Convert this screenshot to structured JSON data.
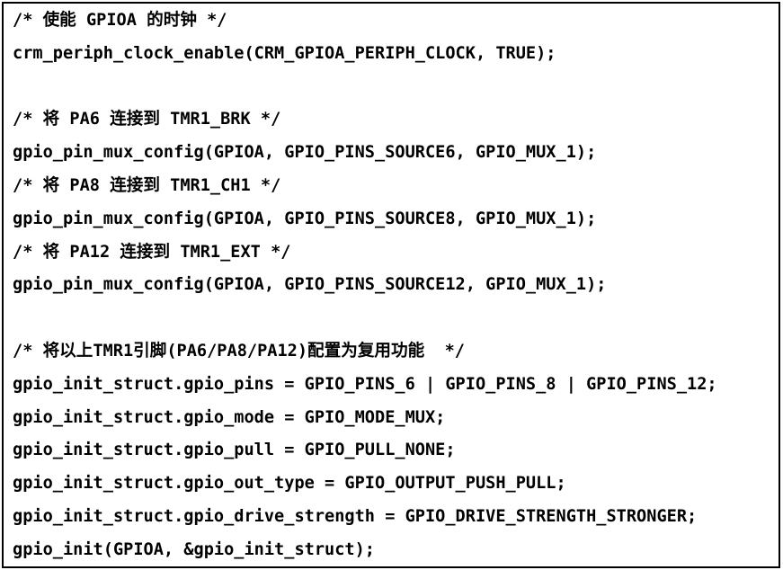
{
  "theme": {
    "background_color": "#ffffff",
    "border_color": "#000000",
    "text_color": "#000000"
  },
  "code": {
    "language": "c",
    "lines": [
      "/* 使能 GPIOA 的时钟 */",
      "crm_periph_clock_enable(CRM_GPIOA_PERIPH_CLOCK, TRUE);",
      "",
      "/* 将 PA6 连接到 TMR1_BRK */",
      "gpio_pin_mux_config(GPIOA, GPIO_PINS_SOURCE6, GPIO_MUX_1);",
      "/* 将 PA8 连接到 TMR1_CH1 */",
      "gpio_pin_mux_config(GPIOA, GPIO_PINS_SOURCE8, GPIO_MUX_1);",
      "/* 将 PA12 连接到 TMR1_EXT */",
      "gpio_pin_mux_config(GPIOA, GPIO_PINS_SOURCE12, GPIO_MUX_1);",
      "",
      "/* 将以上TMR1引脚(PA6/PA8/PA12)配置为复用功能  */",
      "gpio_init_struct.gpio_pins = GPIO_PINS_6 | GPIO_PINS_8 | GPIO_PINS_12;",
      "gpio_init_struct.gpio_mode = GPIO_MODE_MUX;",
      "gpio_init_struct.gpio_pull = GPIO_PULL_NONE;",
      "gpio_init_struct.gpio_out_type = GPIO_OUTPUT_PUSH_PULL;",
      "gpio_init_struct.gpio_drive_strength = GPIO_DRIVE_STRENGTH_STRONGER;",
      "gpio_init(GPIOA, &gpio_init_struct);"
    ]
  }
}
